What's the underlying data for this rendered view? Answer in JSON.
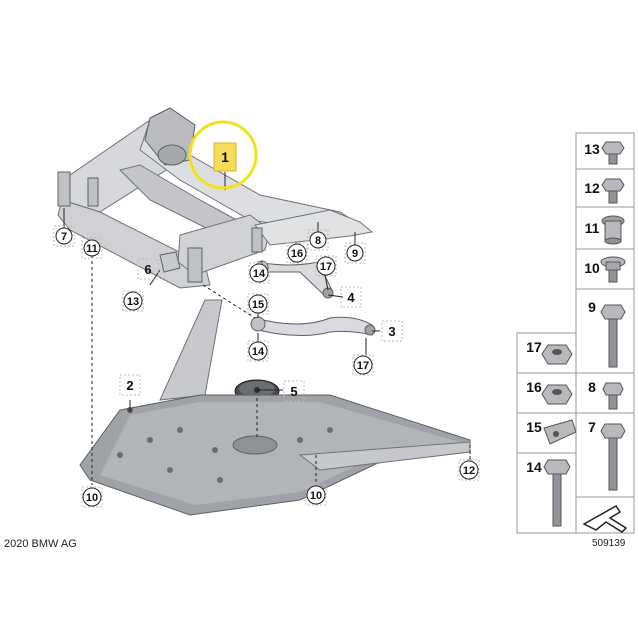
{
  "callouts": {
    "c1": "1",
    "c2": "2",
    "c3": "3",
    "c4": "4",
    "c5": "5",
    "c6": "6",
    "c7": "7",
    "c8": "8",
    "c9": "9",
    "c10a": "10",
    "c10b": "10",
    "c11": "11",
    "c12": "12",
    "c13": "13",
    "c14a": "14",
    "c14b": "14",
    "c15": "15",
    "c16": "16",
    "c17a": "17",
    "c17b": "17"
  },
  "parts_table": {
    "rows_right": [
      "13",
      "12",
      "11",
      "10",
      "9",
      "8",
      "7"
    ],
    "rows_left": [
      "17",
      "16",
      "15",
      "14"
    ]
  },
  "footer": {
    "copyright": "2020 BMW AG",
    "diagram_number": "509139"
  },
  "colors": {
    "highlight_ring": "#f2e21b",
    "highlight_label_bg": "#f7dc5a",
    "part_fill": "#d4d6d9",
    "part_dark": "#8d9094",
    "line": "#222222"
  }
}
